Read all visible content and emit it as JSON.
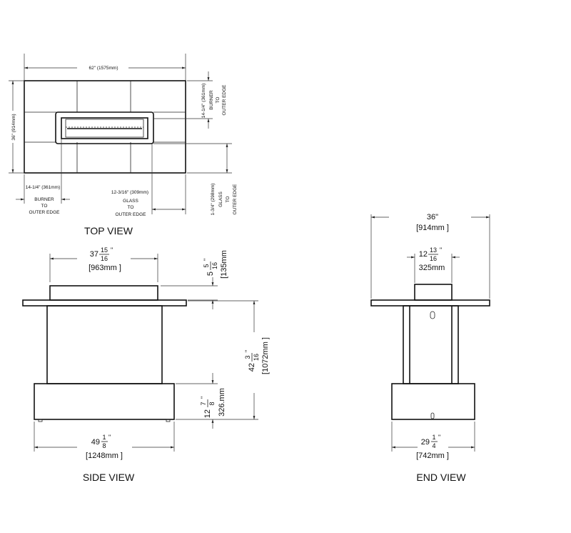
{
  "top_view": {
    "title": "TOP VIEW",
    "overall_width": "62\" (1575mm)",
    "overall_depth": "36\" (914mm)",
    "burner_side_dim": "14-1/4\" (361mm)",
    "burner_side_note": [
      "BURNER",
      "TO",
      "OUTER EDGE"
    ],
    "glass_side_dim": "1-3/4\" (298mm)",
    "glass_side_note": [
      "GLASS",
      "TO",
      "OUTER EDGE"
    ],
    "burner_end_dim": "14-1/4\" (361mm)",
    "burner_end_note": [
      "BURNER",
      "TO",
      "OUTER EDGE"
    ],
    "glass_end_dim": "12-3/16\" (309mm)",
    "glass_end_note": [
      "GLASS",
      "TO",
      "OUTER EDGE"
    ]
  },
  "side_view": {
    "title": "SIDE VIEW",
    "burner_width": {
      "whole": "37",
      "num": "15",
      "den": "16",
      "unit": "\"",
      "mm": "[963mm ]"
    },
    "burner_height": {
      "whole": "5",
      "num": "5",
      "den": "16",
      "unit": "\"",
      "mm": "[135mm"
    },
    "overall_height": {
      "whole": "42",
      "num": "3",
      "den": "16",
      "unit": "\"",
      "mm": "[1072mm ]"
    },
    "base_height": {
      "whole": "12",
      "num": "7",
      "den": "8",
      "unit": "\"",
      "mm": "326.mm"
    },
    "base_width": {
      "whole": "49",
      "num": "1",
      "den": "8",
      "unit": "\"",
      "mm": "[1248mm ]"
    }
  },
  "end_view": {
    "title": "END VIEW",
    "overall_width": {
      "text": "36\"",
      "mm": "[914mm ]"
    },
    "burner_width": {
      "whole": "12",
      "num": "13",
      "den": "16",
      "unit": "\"",
      "mm": "325mm"
    },
    "base_width": {
      "whole": "29",
      "num": "1",
      "den": "4",
      "unit": "\"",
      "mm": "[742mm ]"
    }
  }
}
